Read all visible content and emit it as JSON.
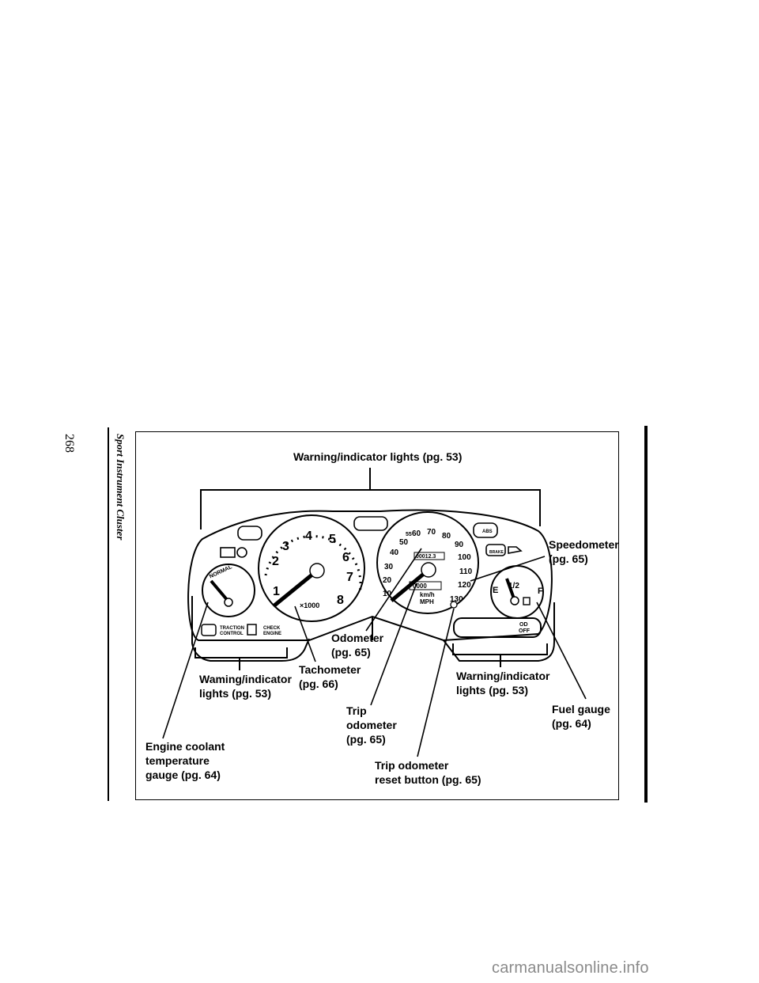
{
  "page": {
    "number": "268",
    "section": "Sport Instrument Cluster"
  },
  "labels": {
    "warning_top": "Warning/indicator lights (pg. 53)",
    "speedometer": [
      "Speedometer",
      "(pg. 65)"
    ],
    "odometer": [
      "Odometer",
      "(pg. 65)"
    ],
    "tachometer": [
      "Tachometer",
      "(pg. 66)"
    ],
    "warning_left": [
      "Waming/indicator",
      "lights (pg. 53)"
    ],
    "warning_right": [
      "Warning/indicator",
      "lights (pg. 53)"
    ],
    "fuel": [
      "Fuel gauge",
      "(pg. 64)"
    ],
    "trip": [
      "Trip",
      "odometer",
      "(pg. 65)"
    ],
    "coolant": [
      "Engine coolant",
      "temperature",
      "gauge (pg. 64)"
    ],
    "reset": [
      "Trip odometer",
      "reset button (pg. 65)"
    ]
  },
  "cluster": {
    "tach_numbers": [
      "1",
      "2",
      "3",
      "4",
      "5",
      "6",
      "7",
      "8"
    ],
    "tach_unit": "×1000",
    "speed_numbers": [
      "10",
      "20",
      "30",
      "40",
      "50",
      "55",
      "60",
      "70",
      "80",
      "90",
      "100",
      "110",
      "120",
      "130"
    ],
    "odometer_value": "00012.3",
    "trip_value": "0000",
    "speed_units": [
      "km/h",
      "MPH"
    ],
    "coolant_label": "NORMAL",
    "fuel_marks": [
      "E",
      "1/2",
      "F"
    ],
    "traction_control": [
      "TRACTION",
      "CONTROL"
    ],
    "check_engine": [
      "CHECK",
      "ENGINE"
    ],
    "od_off": [
      "OD",
      "OFF"
    ],
    "brake": "BRAKE",
    "abs": "ABS"
  },
  "watermark": "carmanualsonline.info"
}
